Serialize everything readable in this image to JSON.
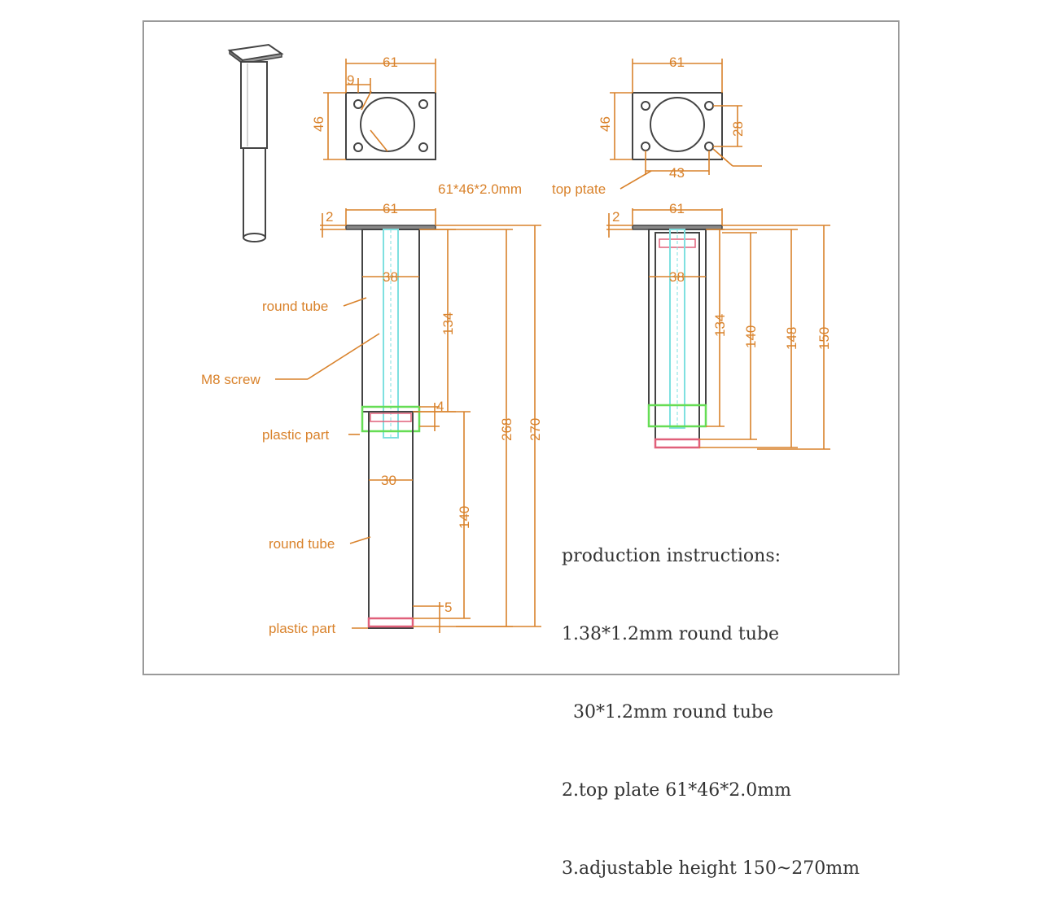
{
  "labels": {
    "round_tube_upper": "round tube",
    "m8_screw": "M8  screw",
    "plastic_part_mid": "plastic part",
    "round_tube_lower": "round tube",
    "plastic_part_bottom": "plastic part",
    "plate_spec": "61*46*2.0mm",
    "top_plate": "top ptate"
  },
  "dims": {
    "width_61": "61",
    "gap_9": "9",
    "height_46": "46",
    "spacing_28": "28",
    "spacing_43": "43",
    "thick_2": "2",
    "dia_38": "38",
    "dia_30": "30",
    "len_134": "134",
    "len_140": "140",
    "len_148": "148",
    "len_150": "150",
    "len_268": "268",
    "len_270": "270",
    "off_4": "4",
    "off_5": "5"
  },
  "notes": {
    "title": "production instructions:",
    "line1": "1.38*1.2mm round tube",
    "line1b": "  30*1.2mm round tube",
    "line2": "2.top plate 61*46*2.0mm",
    "line3": "3.adjustable height 150~270mm"
  },
  "colors": {
    "dimension": "#d9822b",
    "outline": "#444444",
    "screw": "#7fe0e0",
    "plastic_green": "#66dd55",
    "plastic_red": "#e0607a",
    "frame": "#9a9a9a"
  }
}
